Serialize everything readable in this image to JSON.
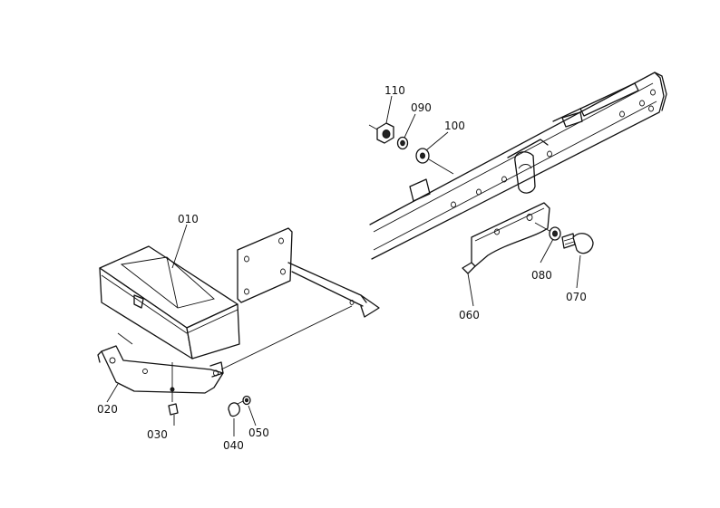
{
  "parts": [
    {
      "id": "p010",
      "number": "010"
    },
    {
      "id": "p020",
      "number": "020"
    },
    {
      "id": "p030",
      "number": "030"
    },
    {
      "id": "p040",
      "number": "040"
    },
    {
      "id": "p050",
      "number": "050"
    },
    {
      "id": "p060",
      "number": "060"
    },
    {
      "id": "p070",
      "number": "070"
    },
    {
      "id": "p080",
      "number": "080"
    },
    {
      "id": "p090",
      "number": "090"
    },
    {
      "id": "p100",
      "number": "100"
    },
    {
      "id": "p110",
      "number": "110"
    }
  ]
}
